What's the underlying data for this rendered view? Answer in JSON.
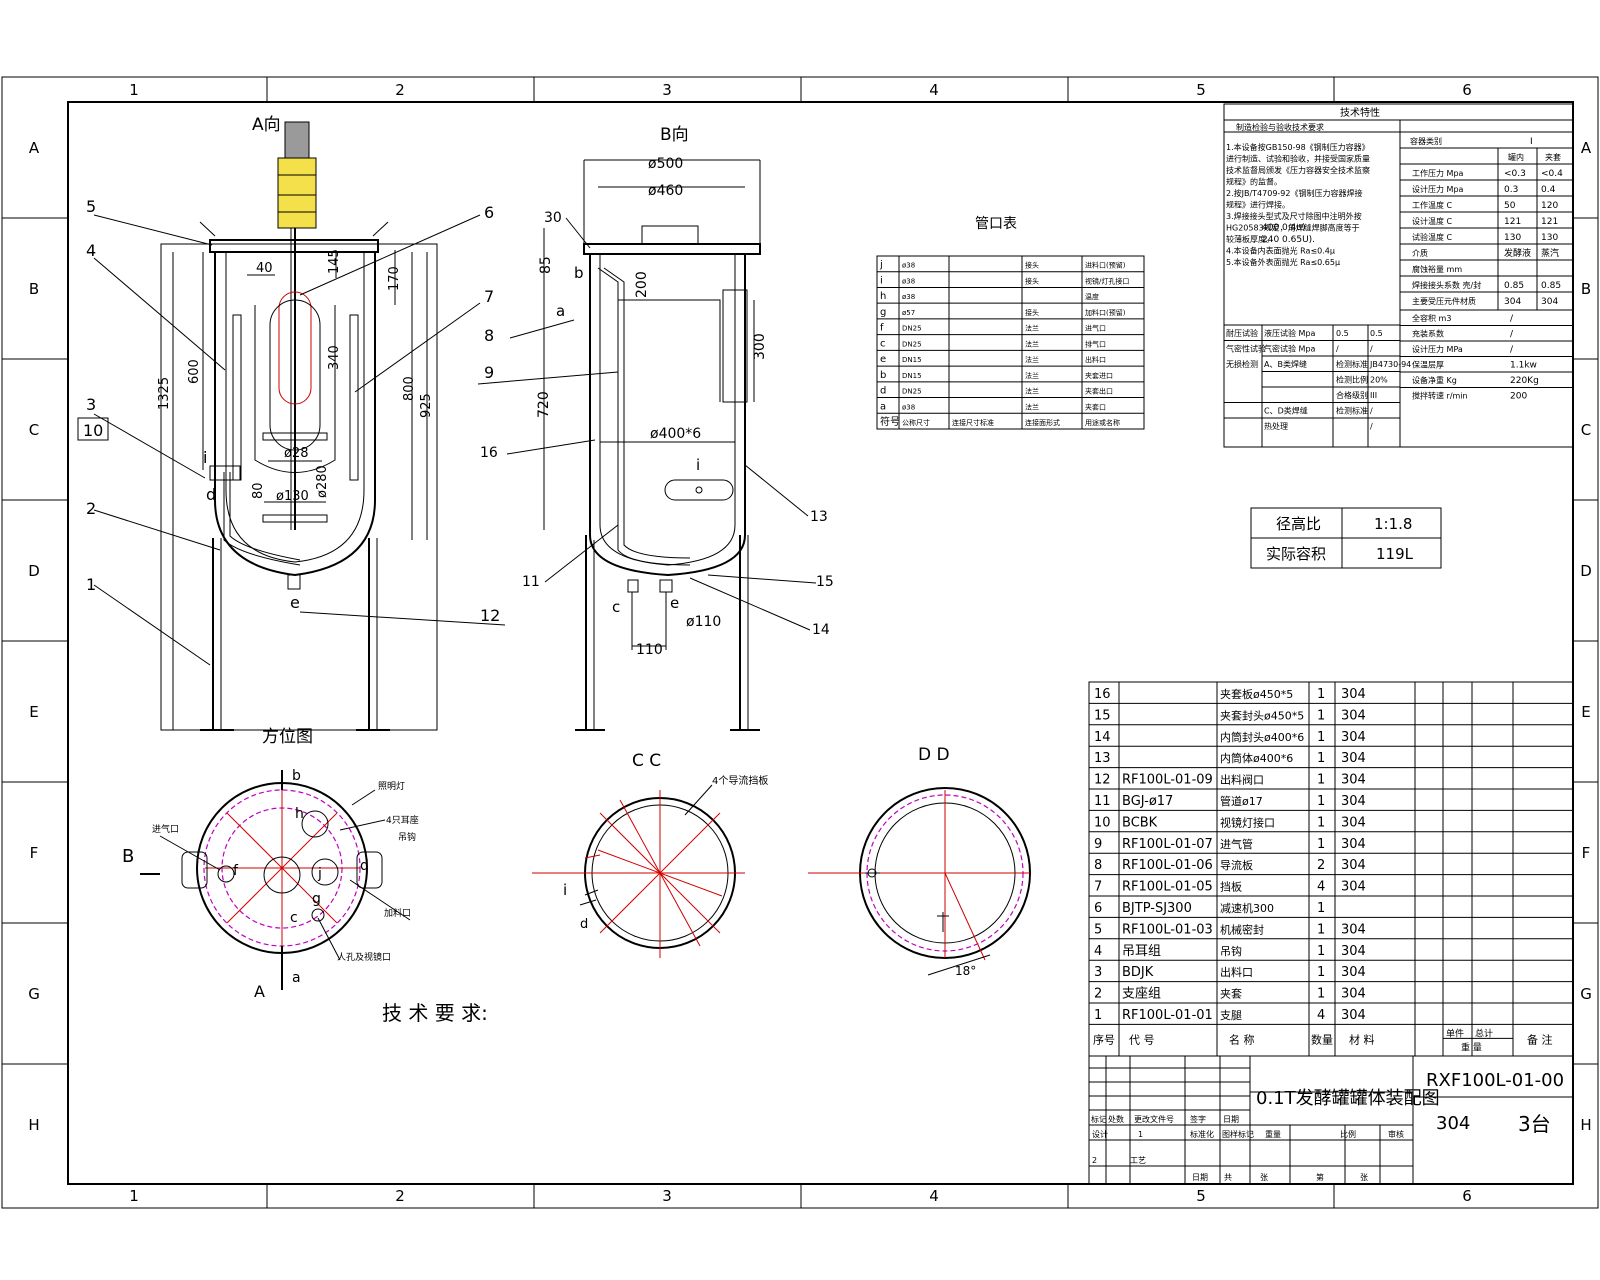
{
  "border": {
    "columns": [
      "1",
      "2",
      "3",
      "4",
      "5",
      "6"
    ],
    "rows": [
      "A",
      "B",
      "C",
      "D",
      "E",
      "F",
      "G",
      "H"
    ]
  },
  "views": {
    "view_a_title": "A向",
    "view_b_title": "B向",
    "orientation_title": "方位图",
    "section_cc_title": "C  C",
    "section_dd_title": "D  D",
    "tech_req_title": "技  术  要  求:"
  },
  "view_a": {
    "balloons": [
      "5",
      "4",
      "3",
      "10",
      "2",
      "1",
      "6",
      "7",
      "8",
      "9",
      "12"
    ],
    "dims": [
      "40",
      "145",
      "170",
      "600",
      "1325",
      "340",
      "800",
      "925",
      "ø28",
      "ø280",
      "80",
      "ø130"
    ],
    "nozzles": [
      "i",
      "d",
      "e"
    ]
  },
  "view_b": {
    "balloons": [
      "30",
      "16",
      "11",
      "13",
      "15",
      "14"
    ],
    "dims": [
      "ø500",
      "ø460",
      "85",
      "200",
      "300",
      "720",
      "ø400*6",
      "ø110",
      "110"
    ],
    "nozzles": [
      "b",
      "a",
      "i",
      "c",
      "e"
    ]
  },
  "orientation": {
    "labels": [
      "b",
      "h",
      "f",
      "j",
      "d",
      "g",
      "c",
      "a"
    ],
    "arrow_b": "B",
    "arrow_a": "A",
    "notes": [
      "照明灯",
      "4只耳座",
      "吊钩",
      "进气口",
      "加料口",
      "人孔及视镜口"
    ]
  },
  "section_cc": {
    "labels": [
      "i",
      "d"
    ],
    "note": "4个导流挡板"
  },
  "section_dd": {
    "dim": "18°"
  },
  "nozzle_table": {
    "title": "管口表",
    "rows": [
      [
        "j",
        "ø38",
        "",
        "接头",
        "进料口(预留)"
      ],
      [
        "i",
        "ø38",
        "",
        "接头",
        "视镜/灯孔接口"
      ],
      [
        "h",
        "ø38",
        "",
        "",
        "温度"
      ],
      [
        "g",
        "ø57",
        "",
        "接头",
        "加料口(预留)"
      ],
      [
        "f",
        "DN25",
        "",
        "法兰",
        "进气口"
      ],
      [
        "c",
        "DN25",
        "",
        "法兰",
        "排气口"
      ],
      [
        "e",
        "DN15",
        "",
        "法兰",
        "出料口"
      ],
      [
        "b",
        "DN15",
        "",
        "法兰",
        "夹套进口"
      ],
      [
        "d",
        "DN25",
        "",
        "法兰",
        "夹套出口"
      ],
      [
        "a",
        "ø38",
        "",
        "法兰",
        "夹套口"
      ],
      [
        "符号",
        "公称尺寸",
        "连接尺寸标准",
        "连接面形式",
        "用途或名称"
      ]
    ]
  },
  "tech_spec": {
    "title": "技术特性",
    "left_header": "制造检验与验收技术要求",
    "left_notes": [
      "1.本设备按GB150-98《钢制压力容器》",
      "进行制造、试验和验收，并接受国家质量",
      "技术监督局颁发《压力容器安全技术监察",
      "规程》的监督。",
      "2.按JB/T4709-92《钢制压力容器焊接",
      "规程》进行焊接。",
      "3.焊接接头型式及尺寸除图中注明外按",
      "HG20583规定，角焊缝焊脚高度等于",
      "较薄板厚度。",
      "4.本设备内表面抛光 Ra≤0.4μ",
      "5.本设备外表面抛光 Ra≤0.65μ"
    ],
    "left_extra": [
      "GB150-98",
      "JB/T4709-92",
      "400",
      "0.4u)",
      "240",
      "0.65U)."
    ],
    "right_header": [
      "容器类别",
      "I"
    ],
    "cols": [
      "",
      "罐内",
      "夹套"
    ],
    "rows": [
      [
        "工作压力 Mpa",
        "<0.3",
        "<0.4"
      ],
      [
        "设计压力 Mpa",
        "0.3",
        "0.4"
      ],
      [
        "工作温度 C",
        "50",
        "120"
      ],
      [
        "设计温度 C",
        "121",
        "121"
      ],
      [
        "试验温度 C",
        "130",
        "130"
      ],
      [
        "介质",
        "发酵液",
        "蒸汽"
      ],
      [
        "腐蚀裕量 mm",
        "",
        ""
      ],
      [
        "焊接接头系数 壳/封",
        "0.85",
        "0.85"
      ],
      [
        "主要受压元件材质",
        "304",
        "304"
      ]
    ],
    "extra_rows": [
      [
        "全容积 m3",
        "/"
      ],
      [
        "充装系数",
        "/"
      ],
      [
        "设计压力 MPa",
        "/"
      ],
      [
        "保温层厚",
        "1.1kw"
      ],
      [
        "设备净重 Kg",
        "220Kg"
      ],
      [
        "搅拌转速 r/min",
        "200"
      ]
    ],
    "test_rows": [
      [
        "耐压试验",
        "液压试验 Mpa",
        "0.5",
        "0.5"
      ],
      [
        "气密性试验",
        "气密试验 Mpa",
        "/",
        "/"
      ],
      [
        "无损检测",
        "A、B类焊缝",
        "检测标准",
        "JB4730-94"
      ],
      [
        "",
        "",
        "检测比例",
        "20%"
      ],
      [
        "",
        "",
        "合格级别",
        "III"
      ],
      [
        "",
        "C、D类焊缝",
        "检测标准",
        "/"
      ],
      [
        "",
        "热处理",
        "",
        "/"
      ]
    ]
  },
  "ratio_box": {
    "rows": [
      [
        "径高比",
        "1:1.8"
      ],
      [
        "实际容积",
        "119L"
      ]
    ]
  },
  "bom": {
    "rows": [
      [
        "16",
        "",
        "夹套板ø450*5",
        "1",
        "304"
      ],
      [
        "15",
        "",
        "夹套封头ø450*5",
        "1",
        "304"
      ],
      [
        "14",
        "",
        "内筒封头ø400*6",
        "1",
        "304"
      ],
      [
        "13",
        "",
        "内筒体ø400*6",
        "1",
        "304"
      ],
      [
        "12",
        "RF100L-01-09",
        "出料阀口",
        "1",
        "304"
      ],
      [
        "11",
        "BGJ-ø17",
        "管道ø17",
        "1",
        "304"
      ],
      [
        "10",
        "BCBK",
        "视镜灯接口",
        "1",
        "304"
      ],
      [
        "9",
        "RF100L-01-07",
        "进气管",
        "1",
        "304"
      ],
      [
        "8",
        "RF100L-01-06",
        "导流板",
        "2",
        "304"
      ],
      [
        "7",
        "RF100L-01-05",
        "挡板",
        "4",
        "304"
      ],
      [
        "6",
        "BJTP-SJ300",
        "减速机300",
        "1",
        ""
      ],
      [
        "5",
        "RF100L-01-03",
        "机械密封",
        "1",
        "304"
      ],
      [
        "4",
        "吊耳组",
        "吊钩",
        "1",
        "304"
      ],
      [
        "3",
        "BDJK",
        "出料口",
        "1",
        "304"
      ],
      [
        "2",
        "支座组",
        "夹套",
        "1",
        "304"
      ],
      [
        "1",
        "RF100L-01-01",
        "支腿",
        "4",
        "304"
      ]
    ],
    "header": [
      "序号",
      "代  号",
      "名  称",
      "数量",
      "材  料",
      "单件",
      "总计",
      "备  注"
    ],
    "header_sub": "重  量"
  },
  "title_block": {
    "drawing_name": "0.1T发酵罐罐体装配图",
    "drawing_number": "RXF100L-01-00",
    "material": "304",
    "quantity": "3台",
    "labels": [
      "标记",
      "处数",
      "更改文件号",
      "签字",
      "日期",
      "设计",
      "1",
      "标准化",
      "图样标记",
      "重量",
      "比例",
      "审核",
      "2",
      "工艺",
      "日期",
      "共",
      "张",
      "第",
      "张"
    ]
  }
}
